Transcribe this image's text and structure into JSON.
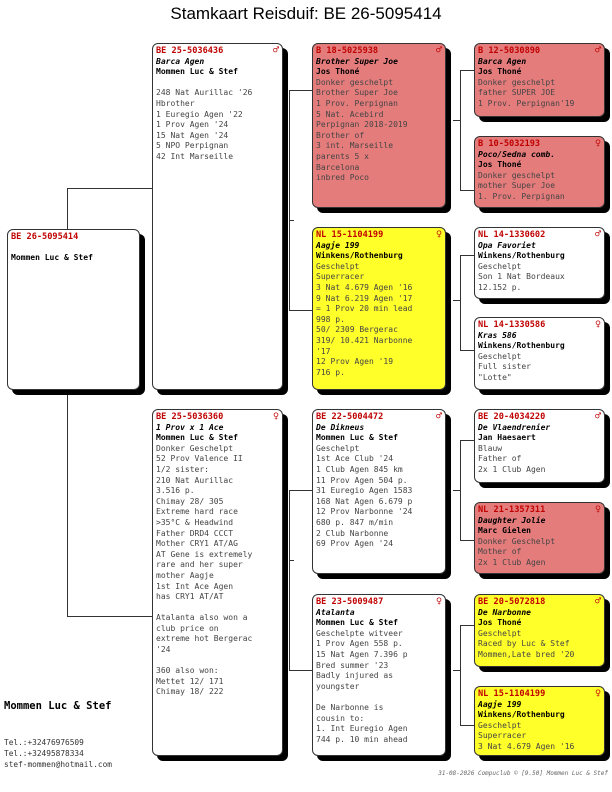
{
  "title": "Stamkaart Reisduif: BE  26-5095414",
  "subject": {
    "ring": "BE  26-5095414",
    "lines": [
      "Mommen Luc & Stef"
    ]
  },
  "sire": {
    "ring": "BE  25-5036436",
    "sex": "♂",
    "name": "Barca Agen",
    "owner": "Mommen Luc & Stef",
    "lines": [
      "",
      "248 Nat Aurillac '26",
      "Hbrother",
      "1 Euregio Agen '22",
      "1 Prov Agen '24",
      "15 Nat Agen '24",
      "5 NPO Perpignan",
      "42 Int Marseille"
    ]
  },
  "dam": {
    "ring": "BE  25-5036360",
    "sex": "♀",
    "name": "1 Prov x 1 Ace",
    "owner": "Mommen Luc & Stef",
    "lines": [
      "Donker Geschelpt",
      "52 Prov Valence II",
      "1/2 sister:",
      "210 Nat Aurillac",
      "3.516 p.",
      "Chimay 28/ 305",
      "Extreme hard race",
      ">35°C & Headwind",
      "Father DRD4 CCCT",
      "Mother CRY1 AT/AG",
      "AT Gene is extremely",
      "rare and her super",
      "mother Aagje",
      "1st Int Ace Agen",
      "has CRY1 AT/AT",
      "",
      "Atalanta also won a",
      "club price on",
      "extreme hot Bergerac",
      "'24",
      "",
      "360 also won:",
      "Mettet 12/ 171",
      "Chimay 18/ 222"
    ]
  },
  "ss": {
    "ring": "B   18-5025938",
    "sex": "♂",
    "name": "Brother Super Joe",
    "owner": "Jos Thoné",
    "lines": [
      "Donker geschelpt",
      "Brother Super Joe",
      "1 Prov. Perpignan",
      "5 Nat. Acebird",
      "Perpignan 2018-2019",
      "Brother of",
      "3 int. Marseille",
      "parents 5 x",
      "Barcelona",
      "inbred Poco"
    ]
  },
  "sd": {
    "ring": "NL  15-1104199",
    "sex": "♀",
    "name": "Aagje 199",
    "owner": "Winkens/Rothenburg",
    "lines": [
      "Geschelpt",
      "Superracer",
      "3 Nat 4.679 Agen '16",
      "9 Nat 6.219 Agen '17",
      "= 1 Prov 20 min lead",
      "998 p.",
      "50/ 2309 Bergerac",
      "319/ 10.421 Narbonne",
      "'17",
      "12 Prov Agen '19",
      "716 p."
    ]
  },
  "ds": {
    "ring": "BE  22-5004472",
    "sex": "♂",
    "name": "De Dikneus",
    "owner": "Mommen Luc & Stef",
    "lines": [
      "Geschelpt",
      "1st Ace Club '24",
      "1 Club Agen 845 km",
      "11 Prov Agen 504 p.",
      "31 Euregio Agen 1583",
      "168 Nat Agen 6.679 p",
      "12 Prov Narbonne '24",
      "680 p. 847 m/min",
      "2 Club Narbonne",
      "69 Prov Agen '24"
    ]
  },
  "dd": {
    "ring": "BE  23-5009487",
    "sex": "♀",
    "name": "Atalanta",
    "owner": "Mommen Luc & Stef",
    "lines": [
      "Geschelpte witveer",
      "1 Prov Agen 558 p.",
      "15 Nat Agen 7.396 p",
      "Bred summer '23",
      "Badly injured as",
      "youngster",
      "",
      "De Narbonne is",
      "cousin to:",
      "1. Int Euregio Agen",
      "744 p. 10 min ahead"
    ]
  },
  "sss": {
    "ring": "B   12-5030890",
    "sex": "♂",
    "name": "Barca Agen",
    "owner": "Jos Thoné",
    "lines": [
      "Donker geschelpt",
      "father SUPER JOE",
      "1 Prov. Perpignan'19"
    ]
  },
  "ssd": {
    "ring": "B   10-5032193",
    "sex": "♀",
    "name": "Poco/Sedna comb.",
    "owner": "Jos Thoné",
    "lines": [
      "Donker geschelpt",
      "mother Super Joe",
      "1. Prov. Perpignan"
    ]
  },
  "sds": {
    "ring": "NL  14-1330602",
    "sex": "♂",
    "name": "Opa Favoriet",
    "owner": "Winkens/Rothenburg",
    "lines": [
      "Geschelpt",
      "Son 1 Nat Bordeaux",
      "12.152 p."
    ]
  },
  "sdd": {
    "ring": "NL  14-1330586",
    "sex": "♀",
    "name": "Kras 586",
    "owner": "Winkens/Rothenburg",
    "lines": [
      "Geschelpt",
      "Full sister",
      "\"Lotte\""
    ]
  },
  "dss": {
    "ring": "BE  20-4034220",
    "sex": "♂",
    "name": "De Vlaendrenier",
    "owner": "Jan Haesaert",
    "lines": [
      "Blauw",
      "Father of",
      "2x 1 Club Agen"
    ]
  },
  "dsd": {
    "ring": "NL  21-1357311",
    "sex": "♀",
    "name": "Daughter Jolie",
    "owner": "Marc Gielen",
    "lines": [
      "Donker Geschelpt",
      "Mother of",
      "2x 1 Club Agen"
    ]
  },
  "dds": {
    "ring": "BE  20-5072818",
    "sex": "♂",
    "name": "De Narbonne",
    "owner": "Jos Thoné",
    "lines": [
      "Geschelpt",
      "Raced by Luc & Stef",
      "Mommen,Late bred '20"
    ]
  },
  "ddd": {
    "ring": "NL  15-1104199",
    "sex": "♀",
    "name": "Aagje 199",
    "owner": "Winkens/Rothenburg",
    "lines": [
      "Geschelpt",
      "Superracer",
      "3 Nat 4.679 Agen '16"
    ]
  },
  "breeder": "Mommen Luc & Stef",
  "contact": [
    "Tel.:+32476976509",
    "Tel.:+32495878334",
    "stef-mommen@hotmail.com"
  ],
  "footer": "31-08-2026   Compuclub © [9.50]  Mommen Luc & Stef",
  "colors": {
    "red_card": "#e57c7c",
    "yellow_card": "#ffff2a",
    "ring_text": "#c00000"
  }
}
